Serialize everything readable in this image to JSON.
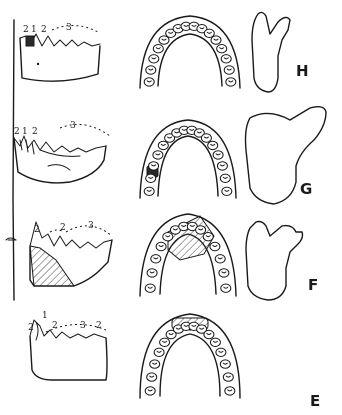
{
  "rows": [
    {
      "id": "H",
      "letter": "H",
      "labels": {
        "a": "2",
        "b": "1",
        "c": "2",
        "d": "3"
      }
    },
    {
      "id": "G",
      "letter": "G",
      "labels": {
        "a": "2",
        "b": "1",
        "c": "2",
        "d": "3"
      }
    },
    {
      "id": "F",
      "letter": "F",
      "labels": {
        "a": "2",
        "b": "2",
        "c": "3"
      }
    },
    {
      "id": "E",
      "letter": "E",
      "labels": {
        "a": "1",
        "b": "2",
        "c": "2",
        "d": "3",
        "e": "2"
      }
    }
  ]
}
